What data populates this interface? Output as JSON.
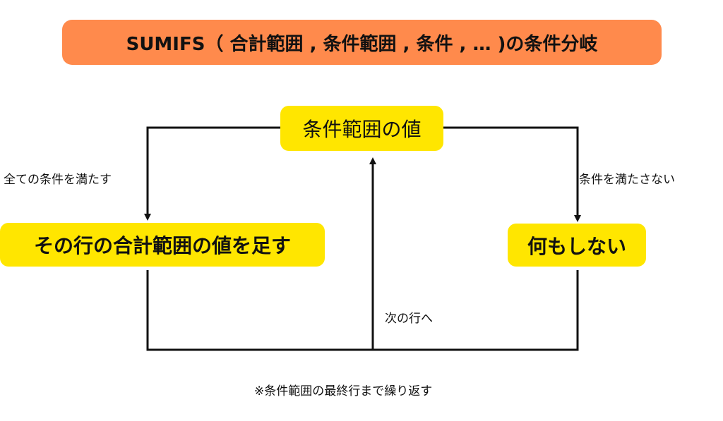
{
  "title": "SUMIFS（ 合計範囲 , 条件範囲 , 条件 , … )の条件分岐",
  "nodes": {
    "condition_value": "条件範囲の値",
    "add_sum": "その行の合計範囲の値を足す",
    "do_nothing": "何もしない"
  },
  "labels": {
    "all_conditions_met": "全ての条件を満たす",
    "conditions_not_met": "条件を満たさない",
    "next_row": "次の行へ",
    "note": "※条件範囲の最終行まで繰り返す"
  },
  "colors": {
    "title_bg": "#FF8A4C",
    "box_bg": "#FFE600"
  }
}
